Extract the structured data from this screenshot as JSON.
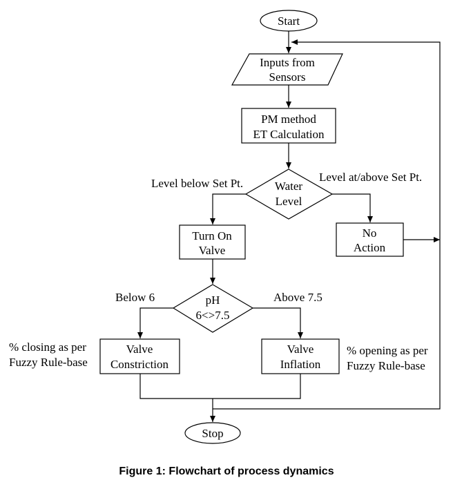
{
  "nodes": {
    "start": {
      "label": "Start"
    },
    "inputs": {
      "line1": "Inputs from",
      "line2": "Sensors"
    },
    "pm": {
      "line1": "PM method",
      "line2": "ET Calculation"
    },
    "water": {
      "line1": "Water",
      "line2": "Level"
    },
    "turn_on": {
      "line1": "Turn On",
      "line2": "Valve"
    },
    "no_action": {
      "line1": "No",
      "line2": "Action"
    },
    "ph": {
      "line1": "pH",
      "line2": "6<>7.5"
    },
    "constriction": {
      "line1": "Valve",
      "line2": "Constriction"
    },
    "inflation": {
      "line1": "Valve",
      "line2": "Inflation"
    },
    "stop": {
      "label": "Stop"
    }
  },
  "edge_labels": {
    "level_below": "Level  below Set Pt.",
    "level_above": "Level at/above Set Pt.",
    "below_6": "Below 6",
    "above_75": "Above 7.5"
  },
  "annotations": {
    "closing_line1": "% closing as per",
    "closing_line2": "Fuzzy Rule-base",
    "opening_line1": "% opening as per",
    "opening_line2": "Fuzzy Rule-base"
  },
  "caption": "Figure 1: Flowchart of process dynamics"
}
